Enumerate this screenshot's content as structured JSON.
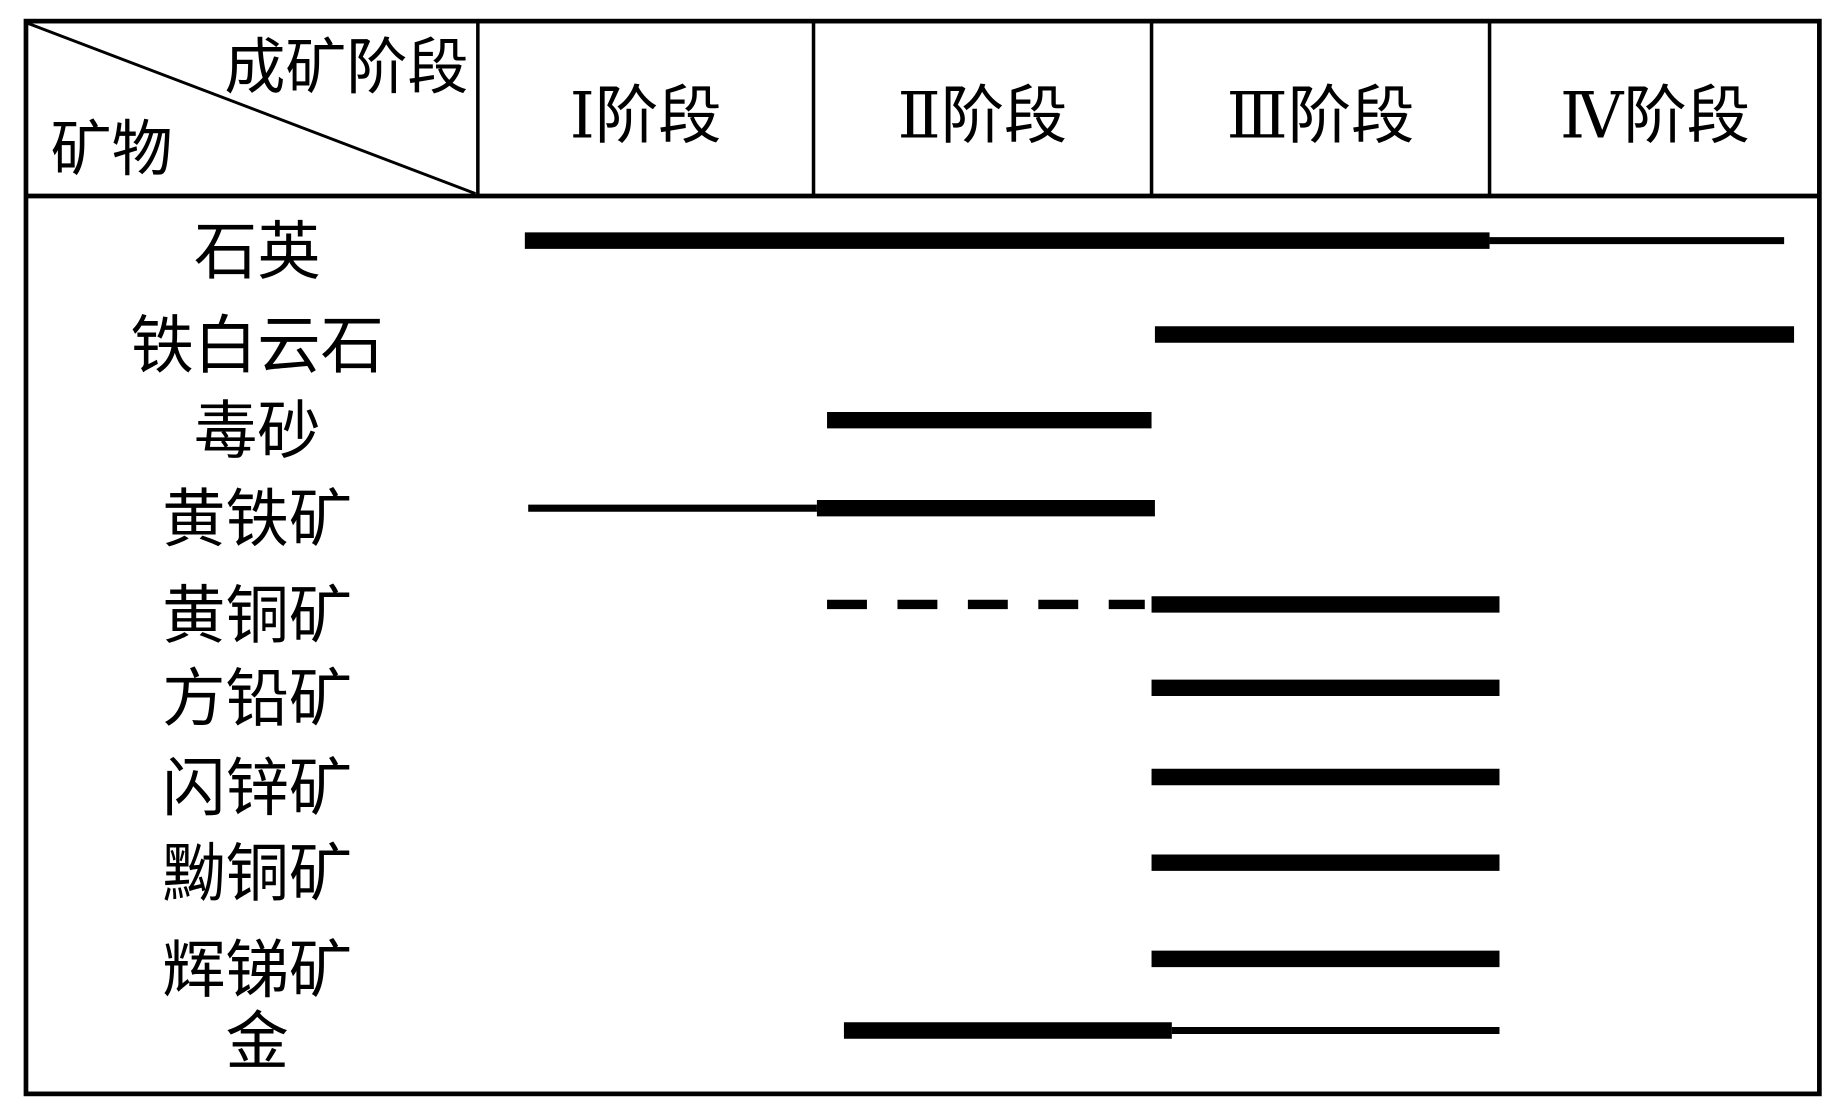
{
  "header": {
    "corner_top": "成矿阶段",
    "corner_bottom": "矿物",
    "stages": [
      "Ⅰ阶段",
      "Ⅱ阶段",
      "Ⅲ阶段",
      "Ⅳ阶段"
    ]
  },
  "minerals": [
    {
      "name": "石英",
      "segments": [
        {
          "from": 0.14,
          "to": 3.0,
          "style": "thick"
        },
        {
          "from": 3.0,
          "to": 3.89,
          "style": "thin"
        }
      ]
    },
    {
      "name": "铁白云石",
      "segments": [
        {
          "from": 2.01,
          "to": 3.92,
          "style": "thick"
        }
      ]
    },
    {
      "name": "毒砂",
      "segments": [
        {
          "from": 1.04,
          "to": 2.0,
          "style": "thick"
        }
      ]
    },
    {
      "name": "黄铁矿",
      "segments": [
        {
          "from": 0.15,
          "to": 1.01,
          "style": "thin"
        },
        {
          "from": 1.01,
          "to": 2.01,
          "style": "thick"
        }
      ]
    },
    {
      "name": "黄铜矿",
      "segments": [
        {
          "from": 1.04,
          "to": 1.98,
          "style": "dashed"
        },
        {
          "from": 2.0,
          "to": 3.03,
          "style": "thick"
        }
      ]
    },
    {
      "name": "方铅矿",
      "segments": [
        {
          "from": 2.0,
          "to": 3.03,
          "style": "thick"
        }
      ]
    },
    {
      "name": "闪锌矿",
      "segments": [
        {
          "from": 2.0,
          "to": 3.03,
          "style": "thick"
        }
      ]
    },
    {
      "name": "黝铜矿",
      "segments": [
        {
          "from": 2.0,
          "to": 3.03,
          "style": "thick"
        }
      ]
    },
    {
      "name": "辉锑矿",
      "segments": [
        {
          "from": 2.0,
          "to": 3.03,
          "style": "thick"
        }
      ]
    },
    {
      "name": "金",
      "segments": [
        {
          "from": 1.09,
          "to": 2.06,
          "style": "thick"
        },
        {
          "from": 2.06,
          "to": 3.03,
          "style": "thin"
        }
      ]
    }
  ]
}
